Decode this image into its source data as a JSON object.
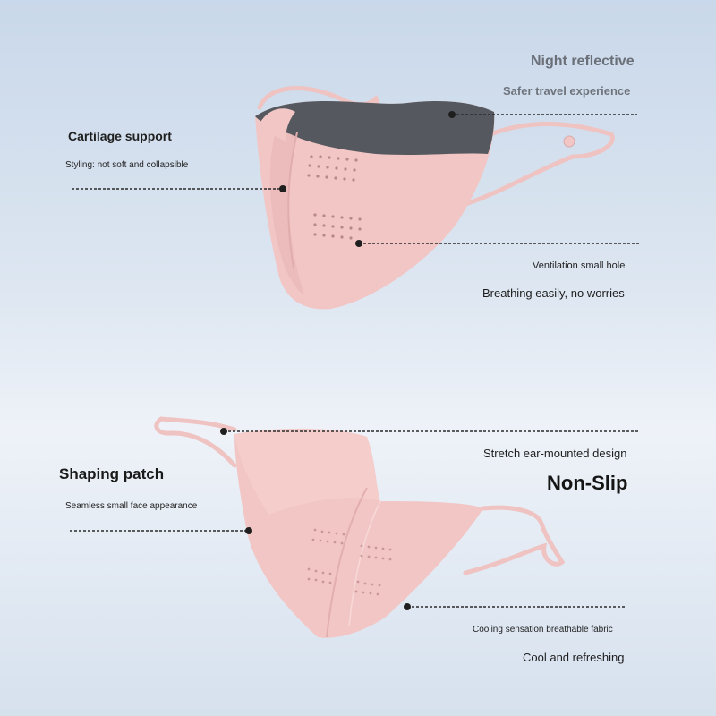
{
  "top_mask": {
    "callouts": {
      "night_reflective": {
        "title": "Night reflective",
        "subtitle": "Safer travel experience"
      },
      "cartilage_support": {
        "title": "Cartilage support",
        "subtitle": "Styling: not soft and collapsible"
      },
      "ventilation": {
        "title": "Ventilation small hole",
        "subtitle": "Breathing easily, no worries"
      }
    }
  },
  "bottom_mask": {
    "callouts": {
      "ear_mounted": {
        "title": "Stretch ear-mounted design",
        "badge": "Non-Slip"
      },
      "shaping_patch": {
        "title": "Shaping patch",
        "subtitle": "Seamless small face appearance"
      },
      "cooling": {
        "title": "Cooling sensation breathable fabric",
        "subtitle": "Cool and refreshing"
      }
    }
  },
  "colors": {
    "mask_pink": "#f2c6c5",
    "mask_pink_light": "#f7d6d4",
    "reflective_band": "#55595f",
    "background_top": "#c9d8ea",
    "background_mid": "#eef2f8"
  }
}
